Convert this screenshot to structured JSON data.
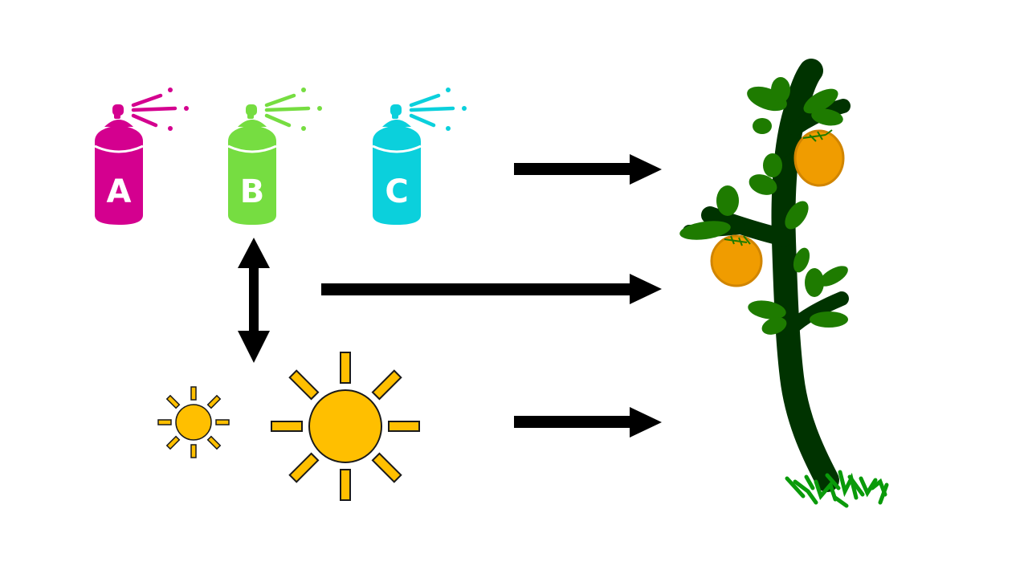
{
  "sprays": [
    {
      "label": "A",
      "color": "#d4008f"
    },
    {
      "label": "B",
      "color": "#76dd41"
    },
    {
      "label": "C",
      "color": "#0bd0dc"
    }
  ],
  "colors": {
    "sun_fill": "#ffbf00",
    "sun_stroke": "#1a1a1a",
    "arrow": "#000000",
    "trunk": "#003300",
    "leaf": "#1e7b00",
    "fruit": "#f09c00",
    "fruit_stroke": "#d18500",
    "grass": "#0a9a0a"
  },
  "icons": [
    "spray-can-icon",
    "sun-icon",
    "plant-icon",
    "orange-fruit-icon",
    "arrow-right-icon",
    "double-arrow-icon"
  ]
}
